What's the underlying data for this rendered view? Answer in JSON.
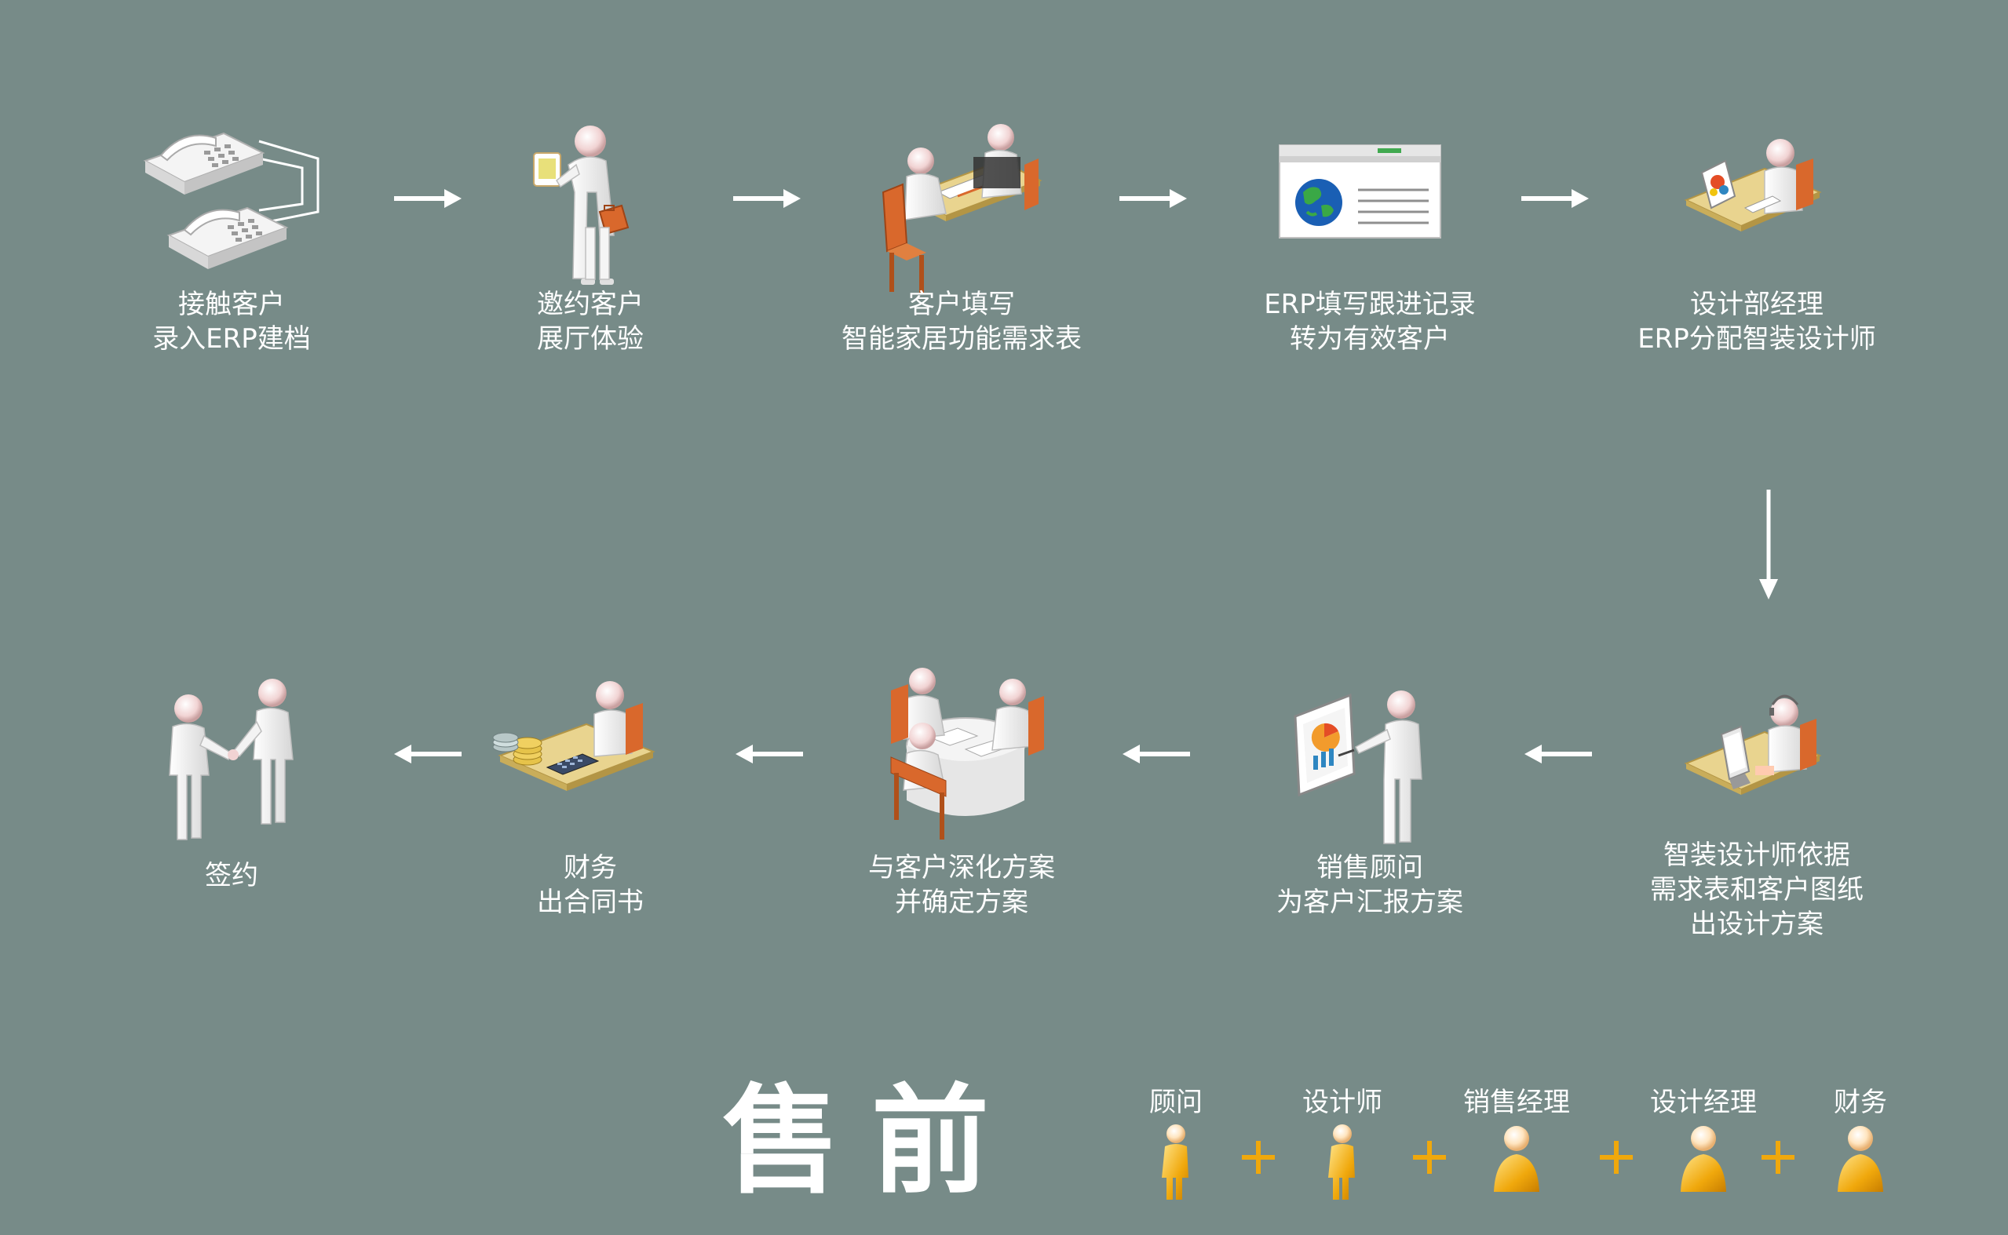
{
  "steps": [
    {
      "id": "contact",
      "line1": "接触客户",
      "line2": "录入ERP建档",
      "icon": "telephones-icon"
    },
    {
      "id": "invite",
      "line1": "邀约客户",
      "line2": "展厅体验",
      "icon": "person-briefcase-icon"
    },
    {
      "id": "fill-form",
      "line1": "客户填写",
      "line2": "智能家居功能需求表",
      "icon": "desk-meeting-icon"
    },
    {
      "id": "erp-record",
      "line1": "ERP填写跟进记录",
      "line2": "转为有效客户",
      "icon": "web-page-icon"
    },
    {
      "id": "assign",
      "line1": "设计部经理",
      "line2": "ERP分配智装设计师",
      "icon": "designer-desk-icon"
    },
    {
      "id": "design",
      "line1": "智装设计师依据",
      "line2": "需求表和客户图纸",
      "line3": "出设计方案",
      "icon": "headset-computer-icon"
    },
    {
      "id": "report",
      "line1": "销售顾问",
      "line2": "为客户汇报方案",
      "icon": "presentation-board-icon"
    },
    {
      "id": "refine",
      "line1": "与客户深化方案",
      "line2": "并确定方案",
      "icon": "round-table-icon"
    },
    {
      "id": "finance",
      "line1": "财务",
      "line2": "出合同书",
      "icon": "coins-calculator-icon"
    },
    {
      "id": "sign",
      "line1": "签约",
      "icon": "handshake-icon"
    }
  ],
  "title": "售前",
  "roles": [
    {
      "label": "顾问",
      "icon": "person-standing-icon"
    },
    {
      "label": "设计师",
      "icon": "person-standing-icon"
    },
    {
      "label": "销售经理",
      "icon": "user-bust-icon"
    },
    {
      "label": "设计经理",
      "icon": "user-bust-icon"
    },
    {
      "label": "财务",
      "icon": "user-bust-icon"
    }
  ],
  "colors": {
    "background": "#778b88",
    "text": "#ffffff",
    "accent_orange": "#f0a80c",
    "desk": "#e9d48f",
    "chair": "#d9682c"
  }
}
